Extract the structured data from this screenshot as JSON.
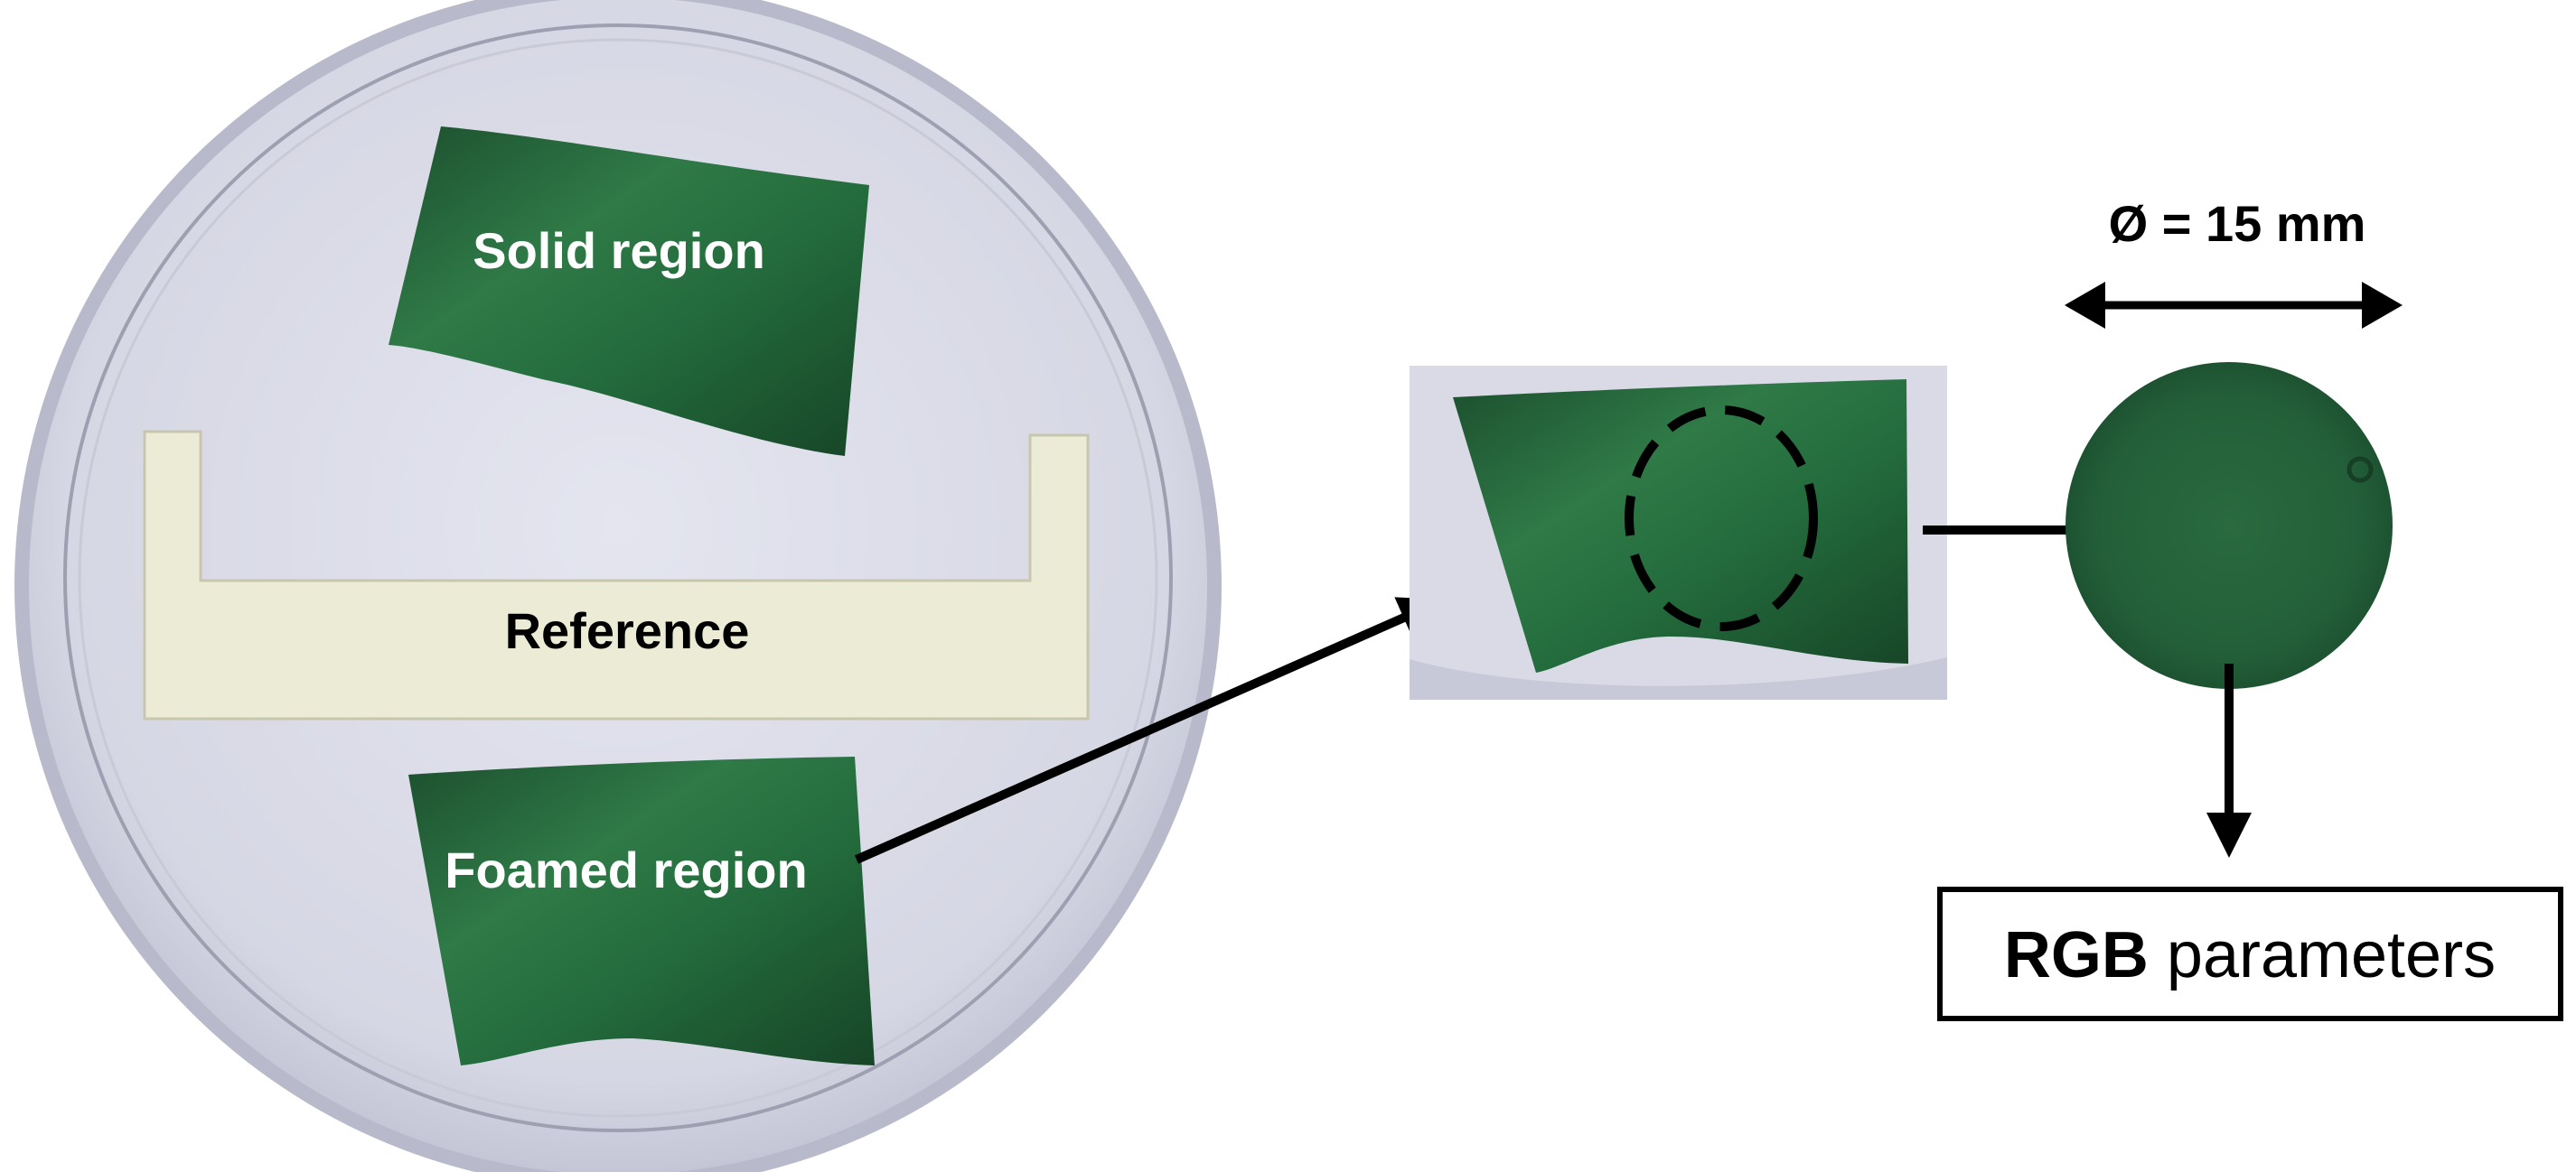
{
  "labels": {
    "solid_region": "Solid region",
    "reference": "Reference",
    "foamed_region": "Foamed region",
    "diameter": "Ø = 15 mm",
    "rgb_bold": "RGB",
    "rgb_rest": " parameters"
  },
  "colors": {
    "dish_fill": "#dcdde8",
    "dish_rim": "#a9abbd",
    "sample_green": "#1f5b35",
    "sample_green_light": "#3c8a52",
    "reference_strip": "#ecebd5",
    "crop_background": "#d9dae6",
    "arrow": "#000000",
    "label_text_light": "#ffffff",
    "label_text_dark": "#000000"
  },
  "icons": {
    "arrow": "arrow-icon",
    "double_arrow": "double-headed-arrow-icon",
    "dashed_circle": "dashed-circle-selection"
  }
}
